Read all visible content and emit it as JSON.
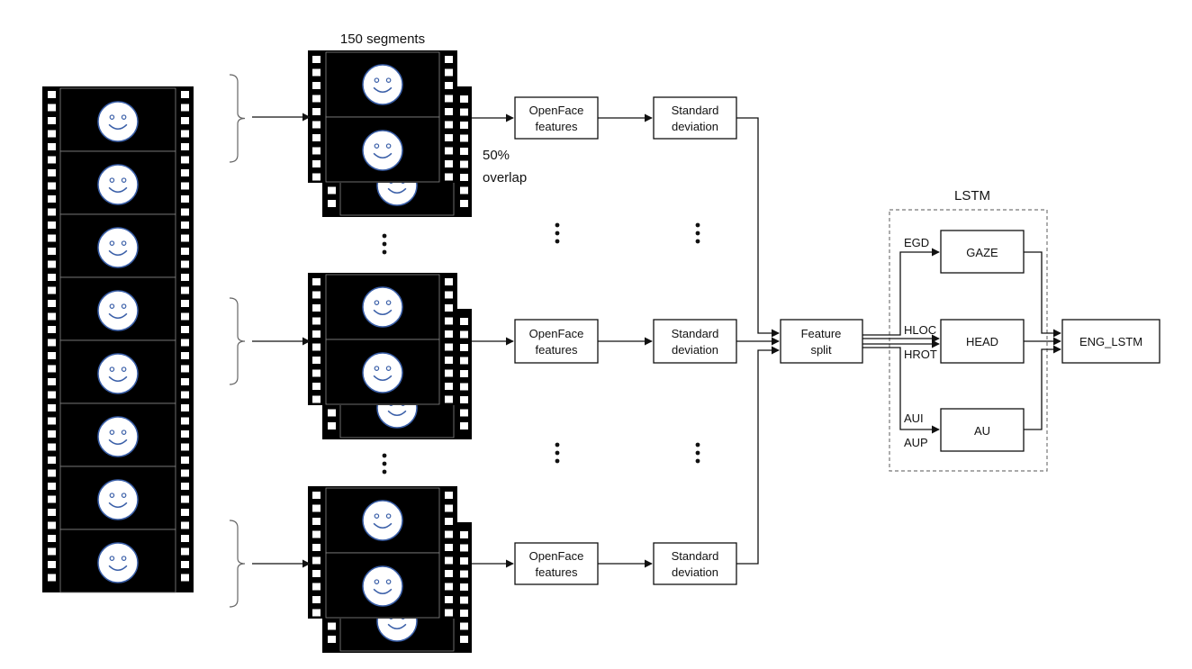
{
  "top_labels": {
    "segments": "150 segments",
    "overlap_line1": "50%",
    "overlap_line2": "overlap"
  },
  "openface": {
    "line1": "OpenFace",
    "line2": "features"
  },
  "stddev": {
    "line1": "Standard",
    "line2": "deviation"
  },
  "split": {
    "line1": "Feature",
    "line2": "split"
  },
  "lstm": {
    "title": "LSTM",
    "gaze": "GAZE",
    "head": "HEAD",
    "au": "AU",
    "labels": {
      "egd": "EGD",
      "hloc": "HLOC",
      "hrot": "HROT",
      "aui": "AUI",
      "aup": "AUP"
    }
  },
  "output": "ENG_LSTM",
  "colors": {
    "film": "#000000",
    "face": "#3a5fa8",
    "line": "#111111",
    "dashed": "#777777"
  }
}
